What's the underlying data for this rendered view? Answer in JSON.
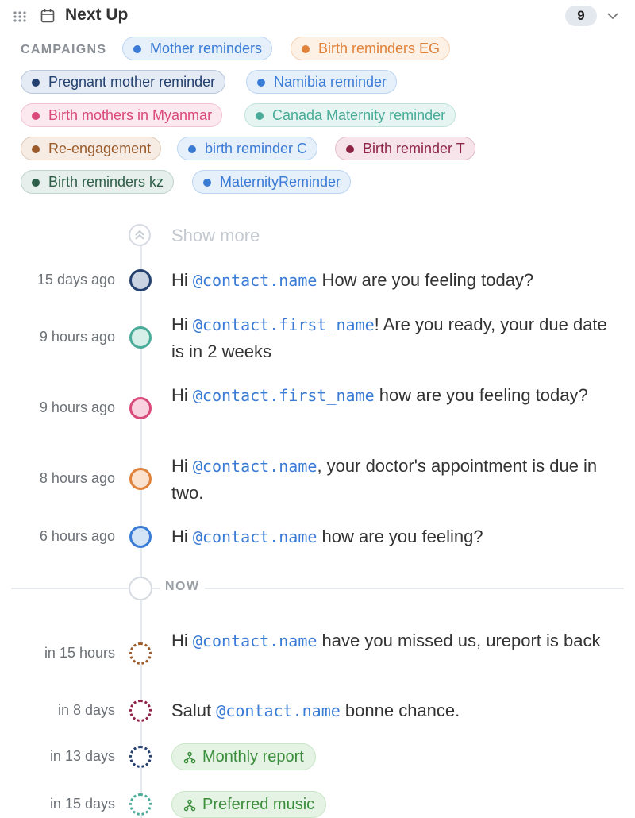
{
  "header": {
    "title": "Next Up",
    "count": "9",
    "icons": [
      "drag-handle-icon",
      "calendar-icon",
      "chevron-down-icon"
    ]
  },
  "campaigns": {
    "label": "CAMPAIGNS",
    "items": [
      {
        "label": "Mother reminders",
        "color": "#3a7bd5",
        "bg": "#e6f0fb",
        "border": "#bcd5f2"
      },
      {
        "label": "Birth reminders EG",
        "color": "#e0823a",
        "bg": "#fdf0e5",
        "border": "#f4d2b5"
      },
      {
        "label": "Pregnant mother reminder",
        "color": "#23406e",
        "bg": "#e5ebf4",
        "border": "#b9c6dc"
      },
      {
        "label": "Namibia reminder",
        "color": "#3a7bd5",
        "bg": "#e6f0fb",
        "border": "#bcd5f2"
      },
      {
        "label": "Birth mothers in Myanmar",
        "color": "#d94a7a",
        "bg": "#fce8ef",
        "border": "#f3c2d3"
      },
      {
        "label": "Canada Maternity reminder",
        "color": "#4aab99",
        "bg": "#e6f5f1",
        "border": "#bfe3da"
      },
      {
        "label": "Re-engagement",
        "color": "#9a5a2a",
        "bg": "#f6ece4",
        "border": "#e2cbb8"
      },
      {
        "label": "birth reminder C",
        "color": "#3a7bd5",
        "bg": "#e6f0fb",
        "border": "#bcd5f2"
      },
      {
        "label": "Birth reminder T",
        "color": "#8f2447",
        "bg": "#f6e4ea",
        "border": "#e3bccb"
      },
      {
        "label": "Birth reminders kz",
        "color": "#2f5f4a",
        "bg": "#e6efeb",
        "border": "#bfd3c9"
      },
      {
        "label": "MaternityReminder",
        "color": "#3a7bd5",
        "bg": "#e6f0fb",
        "border": "#bcd5f2"
      }
    ]
  },
  "show_more": {
    "label": "Show more"
  },
  "past_events": [
    {
      "time": "15 days ago",
      "color": "#23406e",
      "fill": "#c9d3e2",
      "parts": [
        [
          "text",
          "Hi "
        ],
        [
          "var",
          "@contact.name"
        ],
        [
          "text",
          " How are you feeling today?"
        ]
      ]
    },
    {
      "time": "9 hours ago",
      "color": "#4aab99",
      "fill": "#d7efe9",
      "parts": [
        [
          "text",
          "Hi "
        ],
        [
          "var",
          "@contact.first_name"
        ],
        [
          "text",
          "! Are you ready, your due date is in 2 weeks"
        ]
      ]
    },
    {
      "time": "9 hours ago",
      "color": "#d94a7a",
      "fill": "#f8d3df",
      "parts": [
        [
          "text",
          "Hi "
        ],
        [
          "var",
          "@contact.first_name"
        ],
        [
          "text",
          " how are you feeling today?"
        ]
      ]
    },
    {
      "time": "8 hours ago",
      "color": "#e0823a",
      "fill": "#fbe2cf",
      "parts": [
        [
          "text",
          "Hi "
        ],
        [
          "var",
          "@contact.name"
        ],
        [
          "text",
          ", your doctor's appointment is due in two."
        ]
      ]
    },
    {
      "time": "6 hours ago",
      "color": "#3a7bd5",
      "fill": "#d3e4f7",
      "parts": [
        [
          "text",
          "Hi "
        ],
        [
          "var",
          "@contact.name"
        ],
        [
          "text",
          " how are you feeling?"
        ]
      ]
    }
  ],
  "now": {
    "label": "NOW"
  },
  "future_events": [
    {
      "time": "in 15 hours",
      "color": "#9a5a2a",
      "parts": [
        [
          "text",
          "Hi "
        ],
        [
          "var",
          "@contact.name"
        ],
        [
          "text",
          " have you missed us, ureport is back"
        ]
      ]
    },
    {
      "time": "in 8 days",
      "color": "#8f2447",
      "parts": [
        [
          "text",
          "Salut "
        ],
        [
          "var",
          "@contact.name"
        ],
        [
          "text",
          " bonne chance."
        ]
      ]
    },
    {
      "time": "in 13 days",
      "color": "#23406e",
      "flow": "Monthly report"
    },
    {
      "time": "in 15 days",
      "color": "#4aab99",
      "flow": "Preferred music"
    }
  ]
}
